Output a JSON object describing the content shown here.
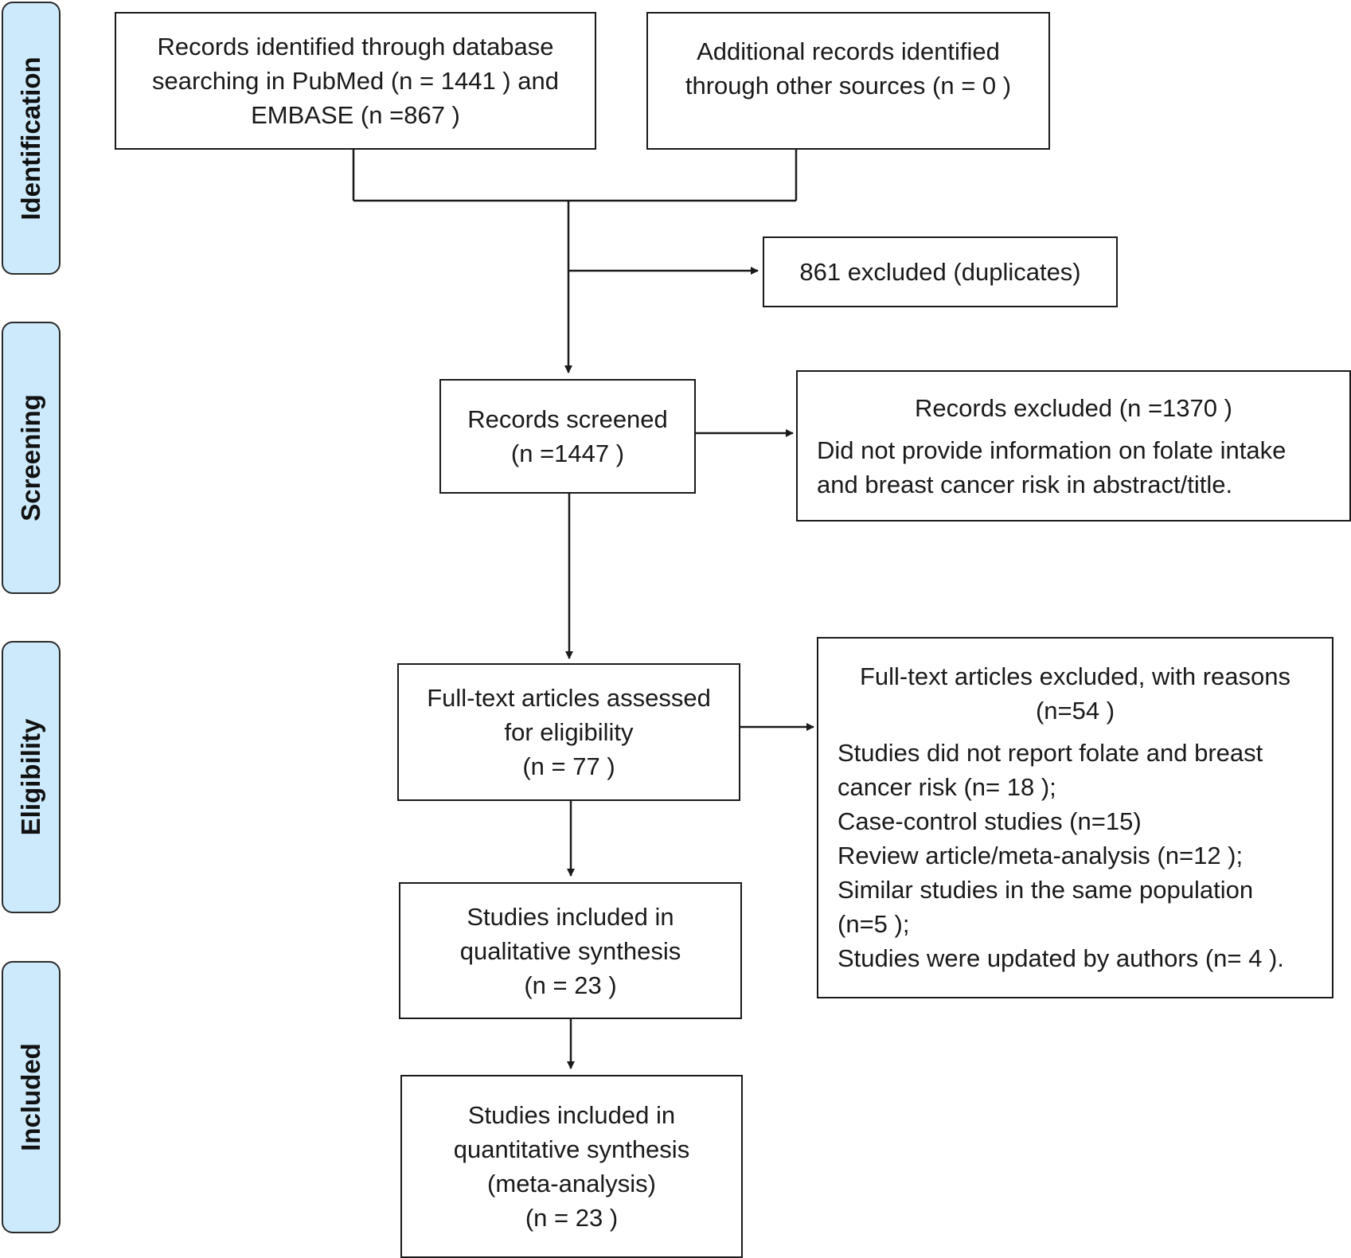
{
  "stages": {
    "identification": "Identification",
    "screening": "Screening",
    "eligibility": "Eligibility",
    "included": "Included"
  },
  "boxes": {
    "database_records": {
      "lines": [
        "Records identified through database",
        "searching in PubMed (n = 1441 ) and",
        "EMBASE (n =867 )"
      ]
    },
    "other_records": {
      "lines": [
        "Additional records identified",
        "through other sources (n = 0 )"
      ]
    },
    "duplicates": {
      "lines": [
        "861 excluded (duplicates)"
      ]
    },
    "screened": {
      "lines": [
        "Records screened",
        "(n =1447 )"
      ]
    },
    "screen_excluded": {
      "heading": "Records excluded (n =1370 )",
      "lines": [
        "Did not provide information on folate intake",
        "and breast cancer risk in abstract/title."
      ]
    },
    "fulltext": {
      "lines": [
        "Full-text articles assessed",
        "for eligibility",
        "(n = 77 )"
      ]
    },
    "fulltext_excluded": {
      "heading": [
        "Full-text articles excluded, with reasons",
        "(n=54 )"
      ],
      "lines": [
        "Studies did not report folate and breast",
        "cancer risk (n= 18 );",
        "Case-control studies (n=15)",
        "Review article/meta-analysis (n=12 );",
        "Similar studies in the same population",
        "(n=5 );",
        "Studies were updated by authors (n= 4 )."
      ]
    },
    "qualitative": {
      "lines": [
        "Studies included in",
        "qualitative synthesis",
        "(n = 23  )"
      ]
    },
    "quantitative": {
      "lines": [
        "Studies included in",
        "quantitative synthesis",
        "(meta-analysis)",
        "(n = 23 )"
      ]
    }
  }
}
